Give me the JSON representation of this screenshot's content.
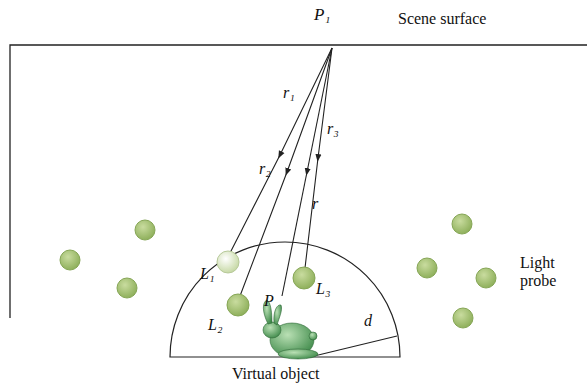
{
  "diagram": {
    "labels": [
      "Scene surface",
      "P₁",
      "r₁",
      "r₂",
      "r",
      "r₃",
      "L₁",
      "L₂",
      "P",
      "L₃",
      "d",
      "Light probe",
      "Virtual object"
    ]
  }
}
